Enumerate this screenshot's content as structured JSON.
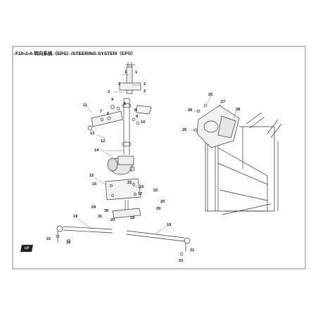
{
  "title": "F10-2-A 转向系统（EPS）/STEERING SYSTEM（EPS）",
  "logo_text": "CF",
  "callouts": {
    "c1": "1",
    "c2": "2",
    "c3": "3",
    "c4": "4",
    "c5": "5",
    "c6": "6",
    "c7": "7",
    "c8": "8",
    "c9": "9",
    "c10": "10",
    "c11": "11",
    "c12": "12",
    "c13": "13",
    "c14": "14",
    "c15a": "15",
    "c15b": "15",
    "c16": "16",
    "c17": "17",
    "c18": "18",
    "c19a": "19",
    "c19b": "19",
    "c20a": "20",
    "c20b": "20",
    "c20c": "20",
    "c21a": "21",
    "c21b": "21",
    "c22a": "22",
    "c22b": "22",
    "c22c": "22",
    "c23": "23",
    "c25a": "25",
    "c25b": "25",
    "c26": "26",
    "c27": "27",
    "c28": "28",
    "c29": "29",
    "c30": "30",
    "c31": "31"
  }
}
